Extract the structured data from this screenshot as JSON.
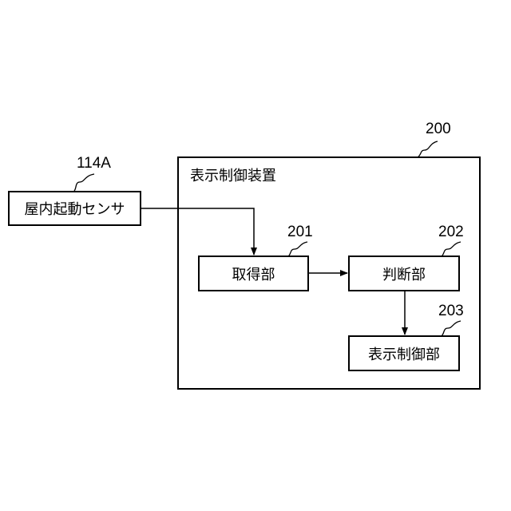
{
  "sensor": {
    "ref": "114A",
    "label": "屋内起動センサ"
  },
  "device": {
    "ref": "200",
    "title": "表示制御装置"
  },
  "acquire": {
    "ref": "201",
    "label": "取得部"
  },
  "judge": {
    "ref": "202",
    "label": "判断部"
  },
  "display_ctrl": {
    "ref": "203",
    "label": "表示制御部"
  }
}
